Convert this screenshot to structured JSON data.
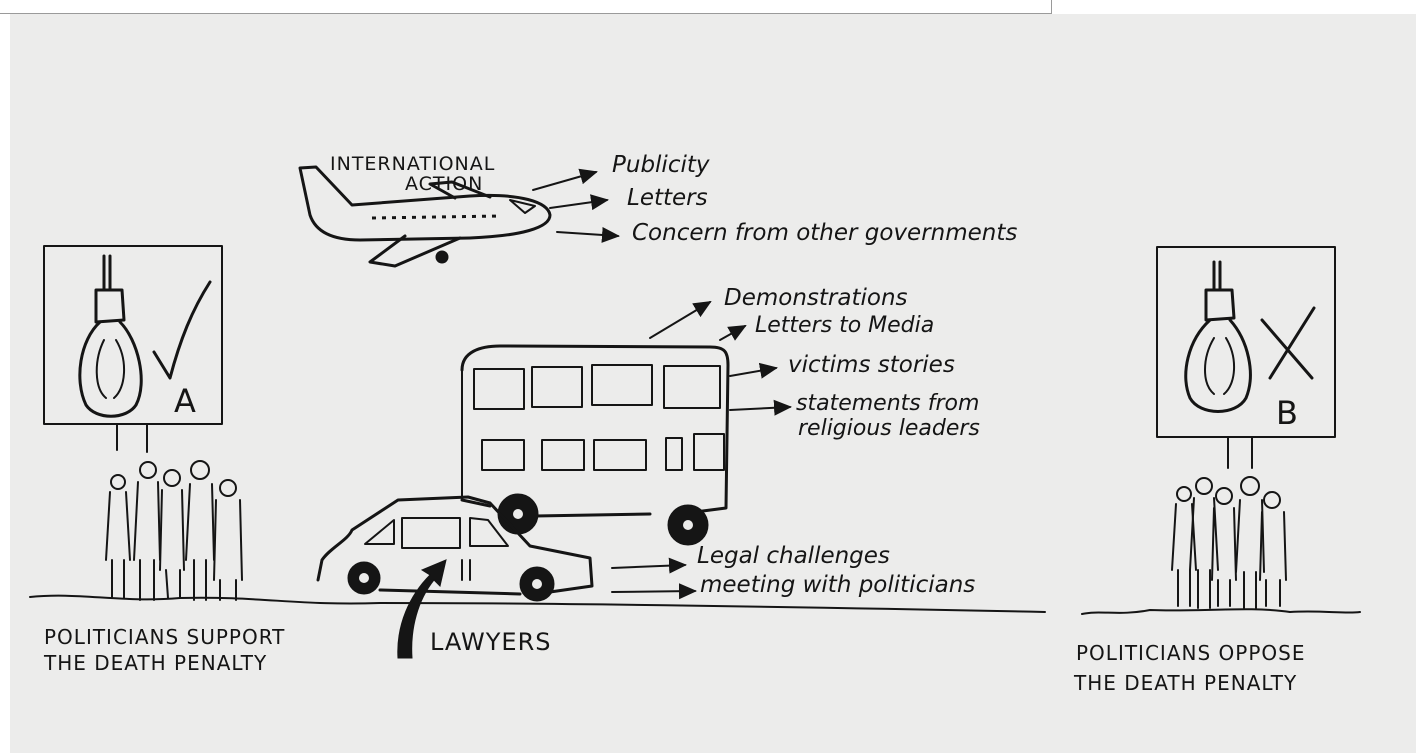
{
  "colors": {
    "paper": "#ececeb",
    "ink": "#151515",
    "page": "#ffffff"
  },
  "plane": {
    "heading_line1": "INTERNATIONAL",
    "heading_line2": "ACTION",
    "outcomes": [
      "Publicity",
      "Letters",
      "Concern from other governments"
    ]
  },
  "bus": {
    "outcomes": [
      "Demonstrations",
      "Letters to Media",
      "victims stories",
      "statements from",
      "religious leaders"
    ]
  },
  "car": {
    "label": "LAWYERS",
    "outcomes": [
      "Legal challenges",
      "meeting with politicians"
    ]
  },
  "sign_a": {
    "letter": "A",
    "mark": "check-mark",
    "caption_line1": "POLITICIANS SUPPORT",
    "caption_line2": "THE DEATH PENALTY"
  },
  "sign_b": {
    "letter": "B",
    "mark": "cross-mark",
    "caption_line1": "POLITICIANS OPPOSE",
    "caption_line2": "THE DEATH PENALTY"
  }
}
